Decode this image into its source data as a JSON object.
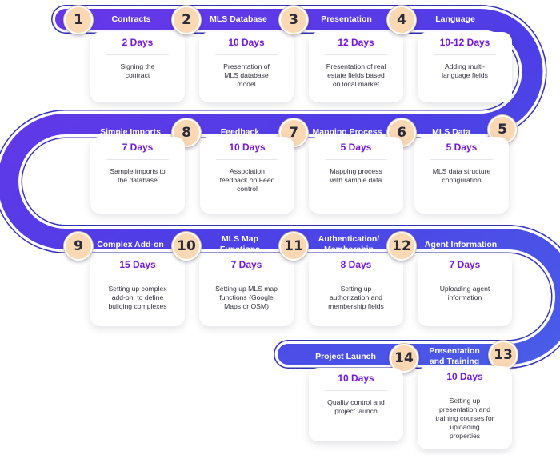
{
  "colors": {
    "road_start": "#6a36e9",
    "road_mid": "#4d3ee6",
    "road_end": "#4a5de8",
    "badge_fill": "#fbd8b4",
    "days_text": "#7417d8"
  },
  "steps": [
    {
      "number": "1",
      "title": "Contracts",
      "days": "2 Days",
      "description": "Signing the\ncontract"
    },
    {
      "number": "2",
      "title": "MLS Database",
      "days": "10 Days",
      "description": "Presentation of\nMLS database\nmodel"
    },
    {
      "number": "3",
      "title": "Presentation",
      "days": "12 Days",
      "description": "Presentation of real\nestate fields based\non local market"
    },
    {
      "number": "4",
      "title": "Language",
      "days": "10-12 Days",
      "description": "Adding multi-\nlanguage fields"
    },
    {
      "number": "5",
      "title": "MLS Data",
      "days": "5 Days",
      "description": "MLS data structure\nconfiguration"
    },
    {
      "number": "6",
      "title": "Mapping Process",
      "days": "5 Days",
      "description": "Mapping process\nwith sample data"
    },
    {
      "number": "7",
      "title": "Feedback",
      "days": "10 Days",
      "description": "Association\nfeedback on Feed\ncontrol"
    },
    {
      "number": "8",
      "title": "Simple Imports",
      "days": "7 Days",
      "description": "Sample imports to\nthe database"
    },
    {
      "number": "9",
      "title": "Complex Add-on",
      "days": "15 Days",
      "description": "Setting up complex\nadd-on: to define\nbuilding complexes"
    },
    {
      "number": "10",
      "title": "MLS Map\nFunctions",
      "days": "7 Days",
      "description": "Setting up MLS map\nfunctions (Google\nMaps or OSM)"
    },
    {
      "number": "11",
      "title": "Authentication/\nMembership",
      "days": "8 Days",
      "description": "Setting up\nauthorization and\nmembership fields"
    },
    {
      "number": "12",
      "title": "Agent Information",
      "days": "7 Days",
      "description": "Uploading agent\ninformation"
    },
    {
      "number": "13",
      "title": "Presentation\nand Training",
      "days": "10 Days",
      "description": "Setting up\npresentation and\ntraining courses for\nuploading\nproperties"
    },
    {
      "number": "14",
      "title": "Project Launch",
      "days": "10 Days",
      "description": "Quality control and\nproject launch"
    }
  ]
}
